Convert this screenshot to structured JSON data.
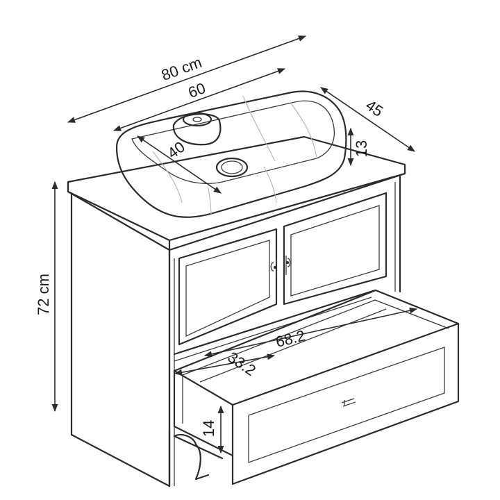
{
  "dimensions": {
    "overall_width": "80 cm",
    "basin_width": "60",
    "depth": "45",
    "basin_depth": "40",
    "basin_height": "13",
    "overall_height": "72 cm",
    "drawer_width": "68.2",
    "drawer_depth": "33.2",
    "drawer_height": "14"
  },
  "colors": {
    "stroke": "#2b2b2b",
    "background": "#ffffff"
  },
  "icons": [
    "handle-icon"
  ]
}
